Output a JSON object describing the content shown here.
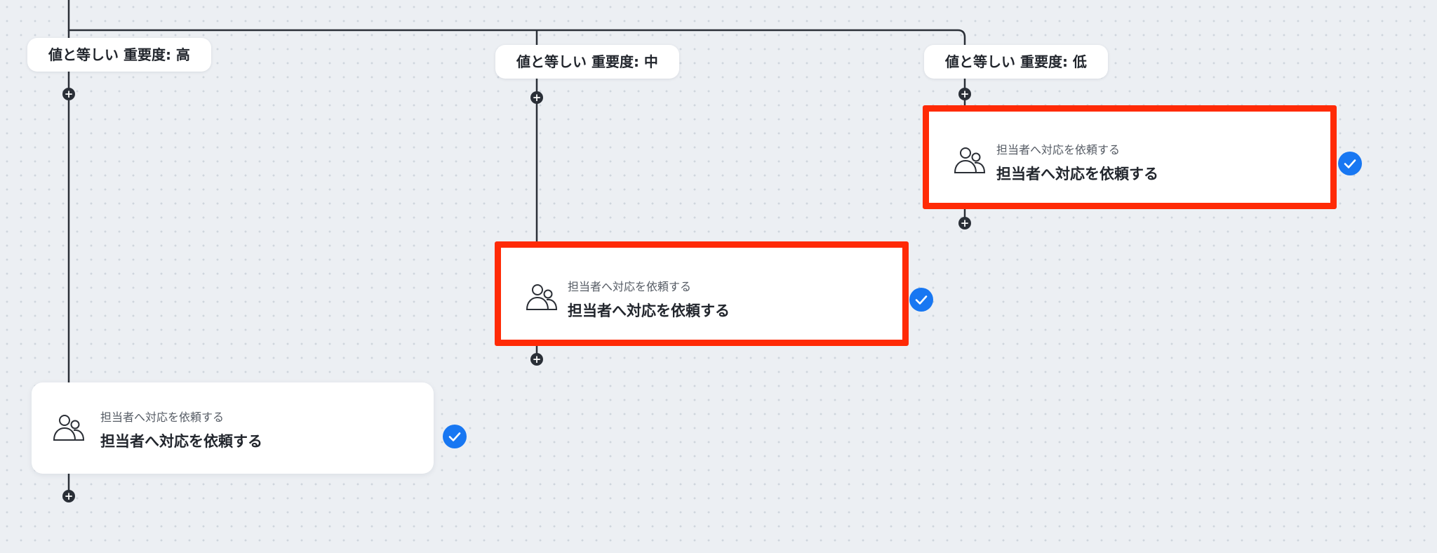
{
  "branches": [
    {
      "condition_label": "値と等しい 重要度: 高",
      "action": {
        "subtitle": "担当者へ対応を依頼する",
        "title": "担当者へ対応を依頼する",
        "status": "completed",
        "highlighted": false
      }
    },
    {
      "condition_label": "値と等しい 重要度: 中",
      "action": {
        "subtitle": "担当者へ対応を依頼する",
        "title": "担当者へ対応を依頼する",
        "status": "completed",
        "highlighted": true
      }
    },
    {
      "condition_label": "値と等しい 重要度: 低",
      "action": {
        "subtitle": "担当者へ対応を依頼する",
        "title": "担当者へ対応を依頼する",
        "status": "completed",
        "highlighted": true
      }
    }
  ],
  "icons": {
    "action": "people-icon",
    "add": "plus-icon",
    "status": "check-icon"
  },
  "colors": {
    "canvas_background": "#eceff3",
    "connector": "#2a2f37",
    "highlight_border": "#ff2a06",
    "status_badge": "#1877f2"
  }
}
